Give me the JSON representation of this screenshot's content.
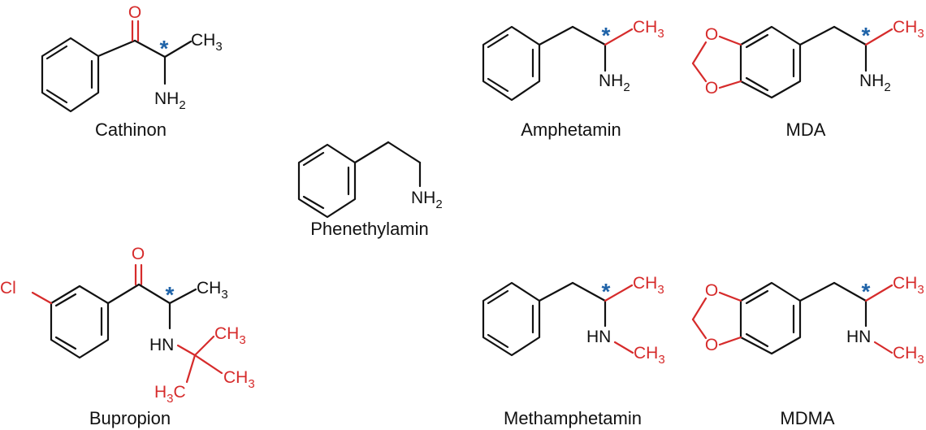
{
  "colors": {
    "bond": "#111111",
    "highlight": "#d62b2b",
    "stereocenter": "#1f63a8",
    "background": "#ffffff"
  },
  "stereo_marker": "*",
  "molecules": [
    {
      "id": "cathinon",
      "name": "Cathinon",
      "atoms": [
        "O",
        "CH3",
        "NH2"
      ]
    },
    {
      "id": "amphetamin",
      "name": "Amphetamin",
      "atoms": [
        "CH3",
        "NH2"
      ]
    },
    {
      "id": "mda",
      "name": "MDA",
      "atoms": [
        "O",
        "O",
        "CH3",
        "NH2"
      ]
    },
    {
      "id": "phenethylamin",
      "name": "Phenethylamin",
      "atoms": [
        "NH2"
      ]
    },
    {
      "id": "bupropion",
      "name": "Bupropion",
      "atoms": [
        "Cl",
        "O",
        "CH3",
        "HN",
        "CH3",
        "CH3",
        "H3C"
      ]
    },
    {
      "id": "methamphetamin",
      "name": "Methamphetamin",
      "atoms": [
        "CH3",
        "HN",
        "CH3"
      ]
    },
    {
      "id": "mdma",
      "name": "MDMA",
      "atoms": [
        "O",
        "O",
        "CH3",
        "HN",
        "CH3"
      ]
    }
  ]
}
